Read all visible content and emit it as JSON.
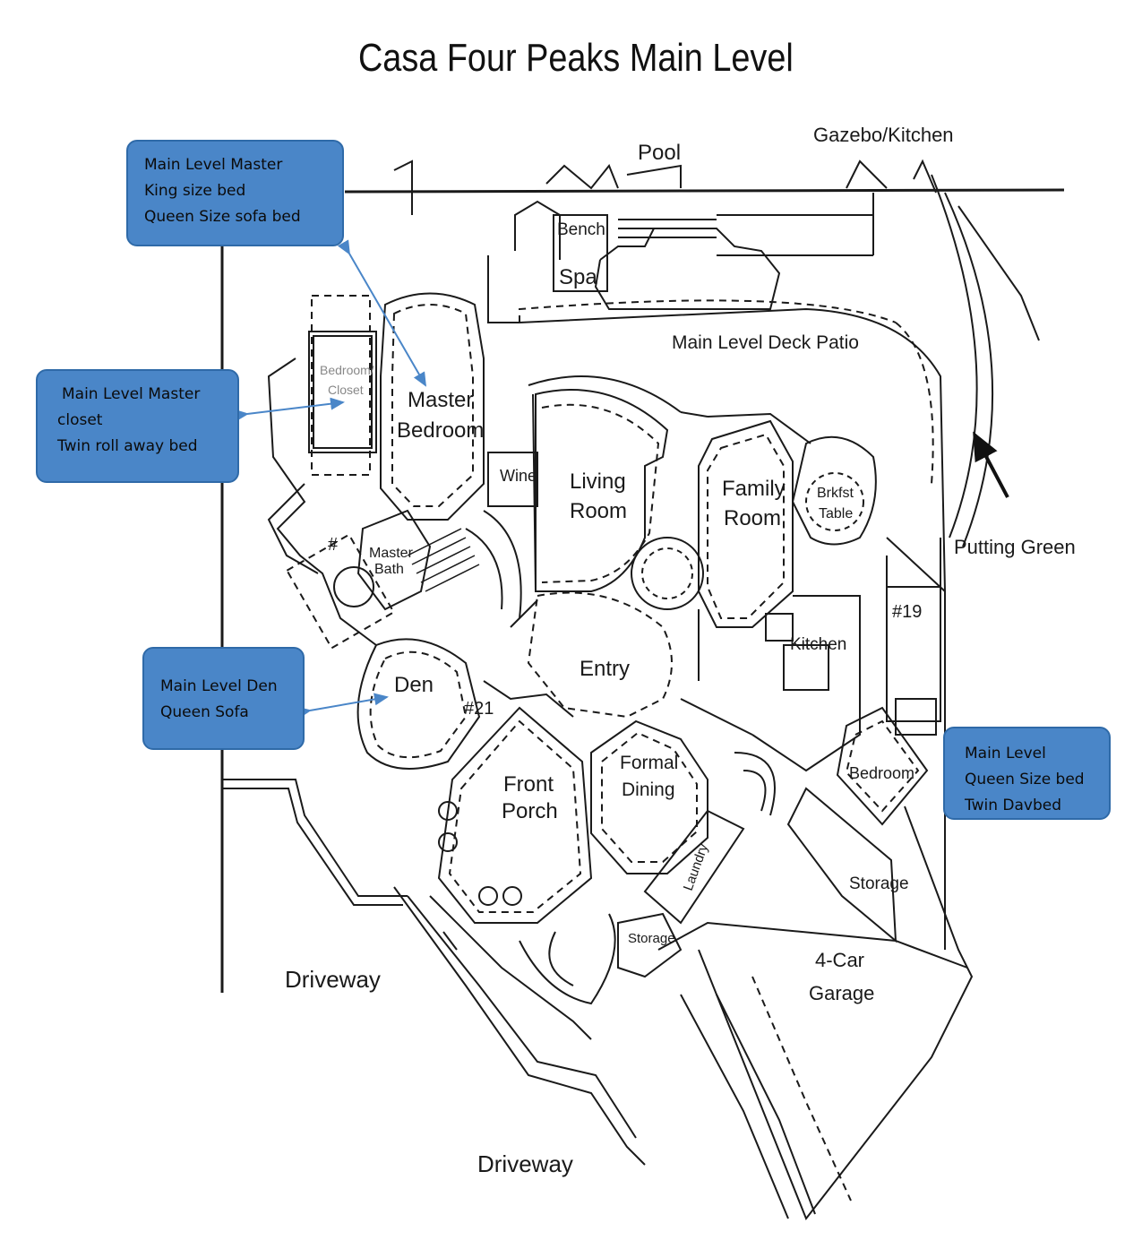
{
  "title": "Casa Four Peaks Main Level",
  "rooms": {
    "pool": "Pool",
    "gazebo": "Gazebo/Kitchen",
    "bench": "Bench",
    "spa": "Spa",
    "deck": "Main Level Deck Patio",
    "bedroom_closet_1": "Bedroom/",
    "bedroom_closet_2": "Closet",
    "master_1": "Master",
    "master_2": "Bedroom",
    "wine": "Wine",
    "living_1": "Living",
    "living_2": "Room",
    "family_1": "Family",
    "family_2": "Room",
    "brkfst_1": "Brkfst",
    "brkfst_2": "Table",
    "putting": "Putting Green",
    "master_bath_1": "Master",
    "master_bath_2": "Bath",
    "hash": "#",
    "n19": "#19",
    "kitchen": "Kitchen",
    "den": "Den",
    "n21": "#21",
    "entry": "Entry",
    "front_1": "Front",
    "front_2": "Porch",
    "formal_1": "Formal",
    "formal_2": "Dining",
    "bedroom": "Bedroom",
    "storage_right": "Storage",
    "laundry": "Laundry",
    "storage_left": "Storage",
    "garage_1": "4-Car",
    "garage_2": "Garage",
    "driveway_left": "Driveway",
    "driveway_bottom": "Driveway"
  },
  "callouts": {
    "master": [
      "Main Level Master",
      "King size bed",
      "Queen Size sofa bed"
    ],
    "closet": [
      "Main Level Master",
      "closet",
      "Twin roll away bed"
    ],
    "den": [
      "Main Level Den",
      "Queen Sofa"
    ],
    "bedroom": [
      "Main Level",
      "Queen Size bed",
      "Twin Davbed"
    ]
  },
  "colors": {
    "callout_fill": "#4a86c8",
    "arrow": "#4a86c8",
    "line": "#1a1a1a"
  }
}
